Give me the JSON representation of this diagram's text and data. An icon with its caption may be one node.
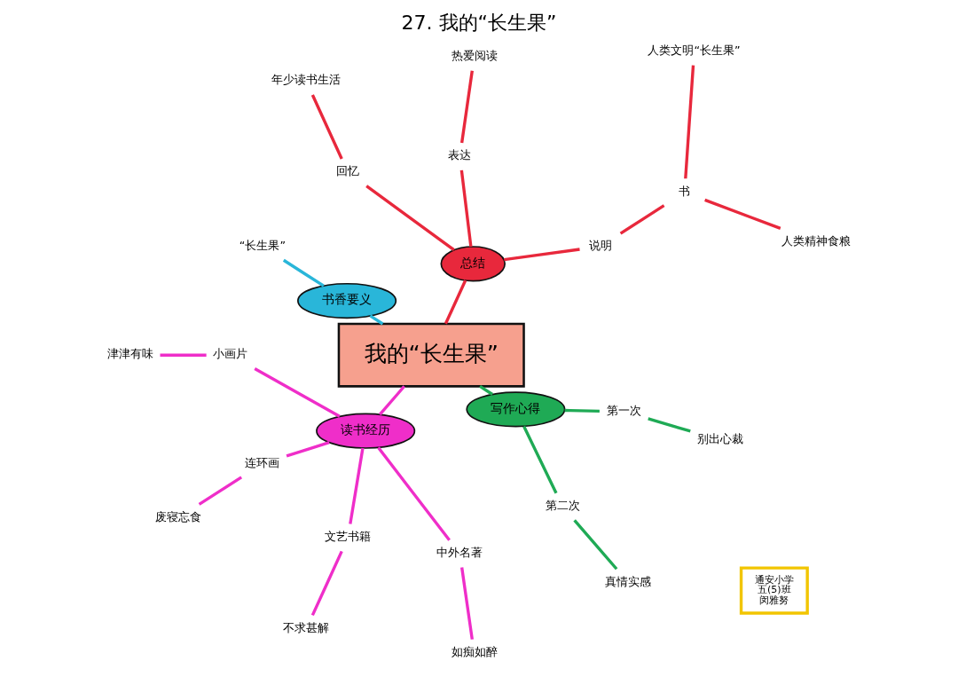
{
  "diagram": {
    "title": "27. 我的“长生果”",
    "nodes": [
      {
        "text": [
          "我的“长生果”"
        ]
      },
      {
        "text": [
          "总结"
        ]
      },
      {
        "text": [
          "说明"
        ]
      },
      {
        "text": [
          "书"
        ]
      },
      {
        "text": [
          "人类精神食粮"
        ]
      },
      {
        "text": [
          "人类文明“长生果”"
        ]
      },
      {
        "text": [
          "表达"
        ]
      },
      {
        "text": [
          "热爱阅读"
        ]
      },
      {
        "text": [
          "回忆"
        ]
      },
      {
        "text": [
          "年少读书生活"
        ]
      },
      {
        "text": [
          "书香要义"
        ]
      },
      {
        "text": [
          "“长生果”"
        ]
      },
      {
        "text": [
          "读书经历"
        ]
      },
      {
        "text": [
          "小画片"
        ]
      },
      {
        "text": [
          "津津有味"
        ]
      },
      {
        "text": [
          "连环画"
        ]
      },
      {
        "text": [
          "废寝忘食"
        ]
      },
      {
        "text": [
          "文艺书籍"
        ]
      },
      {
        "text": [
          "不求甚解"
        ]
      },
      {
        "text": [
          "中外名著"
        ]
      },
      {
        "text": [
          "如痴如醉"
        ]
      },
      {
        "text": [
          "写作心得"
        ]
      },
      {
        "text": [
          "第二次"
        ]
      },
      {
        "text": [
          "真情实感"
        ]
      },
      {
        "text": [
          "第一次"
        ]
      },
      {
        "text": [
          "别出心裁"
        ]
      },
      {
        "text": [
          "通安小学",
          "五(5)班",
          "闵雅努"
        ]
      }
    ],
    "edges": [
      {
        "from": 0,
        "to": 1,
        "arrow": "none",
        "color": "#e8283c"
      },
      {
        "from": 1,
        "to": 2,
        "arrow": "none",
        "color": "#e8283c"
      },
      {
        "from": 2,
        "to": 3,
        "arrow": "none",
        "color": "#e8283c"
      },
      {
        "from": 3,
        "to": 4,
        "arrow": "none",
        "color": "#e8283c"
      },
      {
        "from": 3,
        "to": 5,
        "arrow": "none",
        "color": "#e8283c"
      },
      {
        "from": 1,
        "to": 6,
        "arrow": "none",
        "color": "#e8283c"
      },
      {
        "from": 6,
        "to": 7,
        "arrow": "none",
        "color": "#e8283c"
      },
      {
        "from": 1,
        "to": 8,
        "arrow": "none",
        "color": "#e8283c"
      },
      {
        "from": 8,
        "to": 9,
        "arrow": "none",
        "color": "#e8283c"
      },
      {
        "from": 0,
        "to": 10,
        "arrow": "none",
        "color": "#29b6d9"
      },
      {
        "from": 10,
        "to": 11,
        "arrow": "none",
        "color": "#29b6d9"
      },
      {
        "from": 0,
        "to": 12,
        "arrow": "none",
        "color": "#ef2ec9"
      },
      {
        "from": 12,
        "to": 13,
        "arrow": "none",
        "color": "#ef2ec9"
      },
      {
        "from": 13,
        "to": 14,
        "arrow": "none",
        "color": "#ef2ec9"
      },
      {
        "from": 12,
        "to": 15,
        "arrow": "none",
        "color": "#ef2ec9"
      },
      {
        "from": 15,
        "to": 16,
        "arrow": "none",
        "color": "#ef2ec9"
      },
      {
        "from": 12,
        "to": 17,
        "arrow": "none",
        "color": "#ef2ec9"
      },
      {
        "from": 17,
        "to": 18,
        "arrow": "none",
        "color": "#ef2ec9"
      },
      {
        "from": 12,
        "to": 19,
        "arrow": "none",
        "color": "#ef2ec9"
      },
      {
        "from": 19,
        "to": 20,
        "arrow": "none",
        "color": "#ef2ec9"
      },
      {
        "from": 0,
        "to": 21,
        "arrow": "none",
        "color": "#1faa55"
      },
      {
        "from": 21,
        "to": 22,
        "arrow": "none",
        "color": "#1faa55"
      },
      {
        "from": 22,
        "to": 23,
        "arrow": "none",
        "color": "#1faa55"
      },
      {
        "from": 21,
        "to": 24,
        "arrow": "none",
        "color": "#1faa55"
      },
      {
        "from": 24,
        "to": 25,
        "arrow": "none",
        "color": "#1faa55"
      }
    ]
  }
}
